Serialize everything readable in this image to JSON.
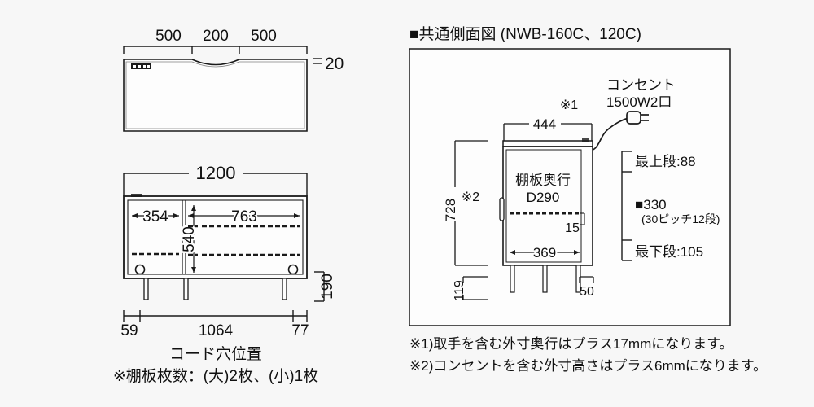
{
  "page": {
    "background_color": "#f7f7f7",
    "line_color": "#1a1a1a",
    "fill_color": "#fdfdfd"
  },
  "left_panel": {
    "top_view": {
      "name": "top-view-drawing",
      "width_segments": [
        "500",
        "200",
        "500"
      ],
      "thickness_label": "20",
      "cord_notch_icon": "cord-hole-icon"
    },
    "front_view": {
      "name": "front-view-drawing",
      "overall_width": "1200",
      "left_compartment_width": "354",
      "right_compartment_width": "763",
      "inner_height": "540",
      "leg_height": "190",
      "cord_hole_left_offset": "59",
      "cord_hole_span": "1064",
      "cord_hole_right_offset": "77"
    },
    "captions": {
      "cord_hole_caption": "コード穴位置",
      "shelf_count_note": "※棚板枚数：(大)2枚、(小)1枚"
    }
  },
  "right_panel": {
    "heading": "■共通側面図 (NWB-160C、120C)",
    "side_view": {
      "name": "side-view-drawing",
      "outlet_label_line1": "コンセント",
      "outlet_label_line2": "1500W2口",
      "depth_note_marker": "※1",
      "depth": "444",
      "height_note_marker": "※2",
      "height": "728",
      "shelf_depth_line1": "棚板奥行",
      "shelf_depth_line2": "D290",
      "shelf_gap": "15",
      "inner_depth": "369",
      "leg_height": "119",
      "leg_inset": "50",
      "top_step_label": "最上段:88",
      "pitch_label": "■330",
      "pitch_sub_label": "(30ピッチ12段)",
      "bottom_step_label": "最下段:105"
    },
    "footnotes": [
      "※1)取手を含む外寸奥行はプラス17mmになります。",
      "※2)コンセントを含む外寸高さはプラス6mmになります。"
    ]
  }
}
